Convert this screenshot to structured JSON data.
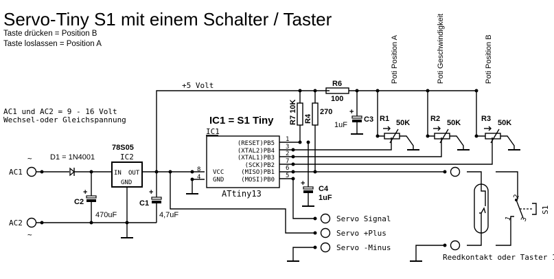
{
  "title": "Servo-Tiny S1 mit einem Schalter / Taster",
  "notes": [
    "Taste drücken = Position B",
    "Taste loslassen = Position A"
  ],
  "supply_note": [
    "AC1 und AC2 = 9 - 16 Volt",
    "Wechsel-oder Gleichspannung"
  ],
  "rail_label": "+5 Volt",
  "ic1_heading": "IC1 = S1 Tiny",
  "ic1": {
    "ref": "IC1",
    "part": "ATtiny13",
    "pins_right": [
      {
        "name": "(RESET)PB5",
        "num": "1"
      },
      {
        "name": "(XTAL2)PB4",
        "num": "3"
      },
      {
        "name": "(XTAL1)PB3",
        "num": "2"
      },
      {
        "name": "(SCK)PB2",
        "num": "7"
      },
      {
        "name": "(MISO)PB1",
        "num": "6"
      },
      {
        "name": "(MOSI)PB0",
        "num": "5"
      }
    ],
    "pins_left": [
      {
        "name": "VCC",
        "num": "8"
      },
      {
        "name": "GND",
        "num": "4"
      }
    ]
  },
  "ic2": {
    "part": "78S05",
    "ref": "IC2",
    "in": "IN",
    "out": "OUT",
    "gnd": "GND"
  },
  "d1": "D1 = 1N4001",
  "inputs": {
    "ac1": "AC1",
    "ac2": "AC2",
    "tilde": "~"
  },
  "caps": {
    "c1": {
      "ref": "C1",
      "value": "4,7uF"
    },
    "c2": {
      "ref": "C2",
      "value": "470uF"
    },
    "c3": {
      "ref": "C3",
      "value": "1uF"
    },
    "c4": {
      "ref": "C4",
      "value": "1uF"
    },
    "plus": "+"
  },
  "resistors": {
    "r6": {
      "ref": "R6",
      "value": "100"
    },
    "r7": {
      "ref": "R7",
      "value": "10K"
    },
    "r4": {
      "ref": "R4",
      "value": "270"
    }
  },
  "pots": [
    {
      "ref": "R1",
      "value": "50K",
      "label": "Poti Position A"
    },
    {
      "ref": "R2",
      "value": "50K",
      "label": "Poti Geschwindigkeit"
    },
    {
      "ref": "R3",
      "value": "50K",
      "label": "Poti Position B"
    }
  ],
  "servo": [
    "Servo Signal",
    "Servo +Plus",
    "Servo -Minus"
  ],
  "switch": {
    "ref": "S1",
    "pins": [
      "1",
      "2",
      "3"
    ],
    "caption": "Reedkontakt oder Taster 1"
  }
}
